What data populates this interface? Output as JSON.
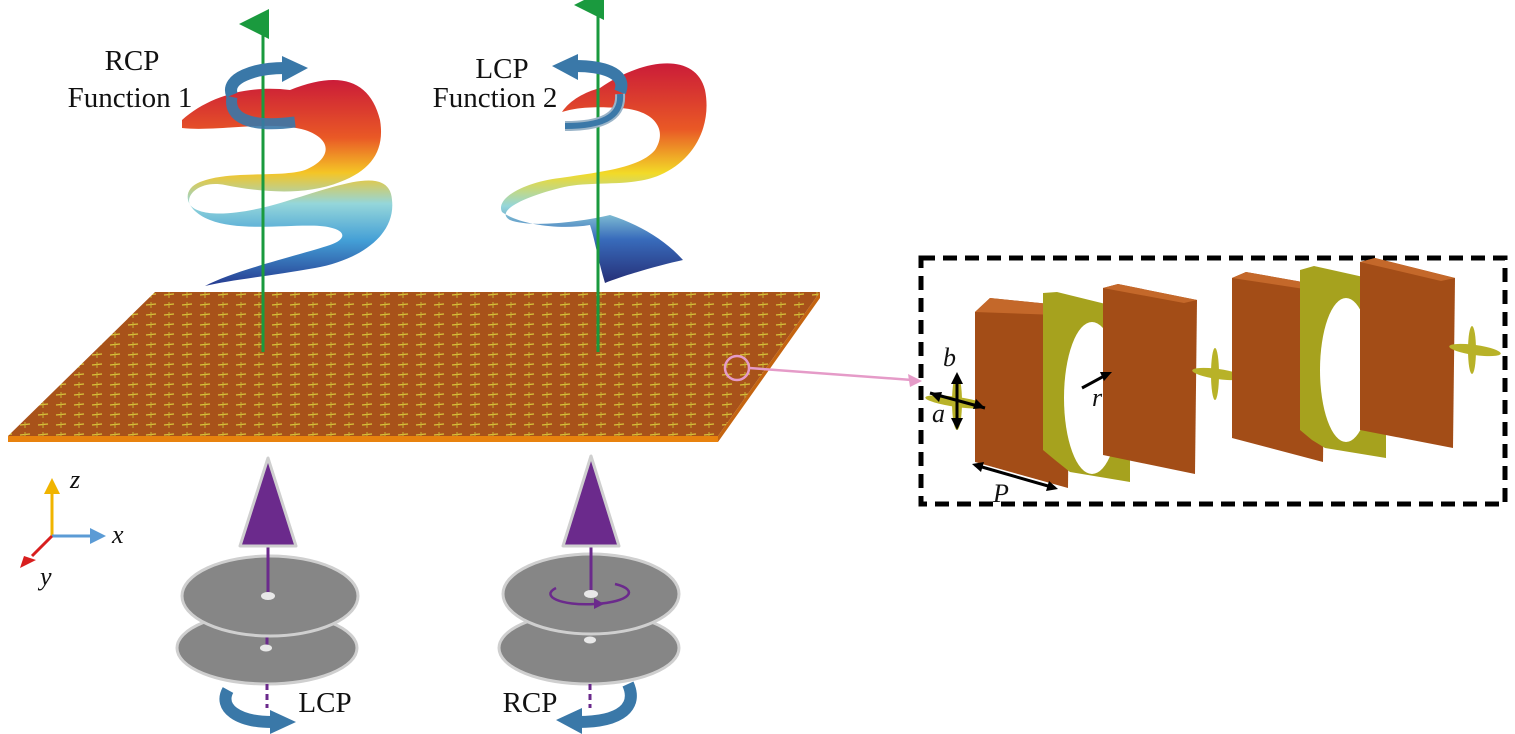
{
  "beams": {
    "left": {
      "polarization": "RCP",
      "function": "Function 1"
    },
    "right": {
      "polarization": "LCP",
      "function": "Function 2"
    }
  },
  "incident": {
    "left": {
      "polarization": "LCP"
    },
    "right": {
      "polarization": "RCP"
    }
  },
  "axes": {
    "x": "x",
    "y": "y",
    "z": "z"
  },
  "unit_cell": {
    "a": "a",
    "b": "b",
    "r": "r",
    "P": "P"
  },
  "colors": {
    "metal": "#a34d17",
    "dielectric": "#a6a21e",
    "axis_arrow": "#1a9a3e",
    "cone": "#6b2a8c",
    "circ_arrow": "#3a78a8",
    "disk": "#868686",
    "connector": "#e59bc8"
  }
}
